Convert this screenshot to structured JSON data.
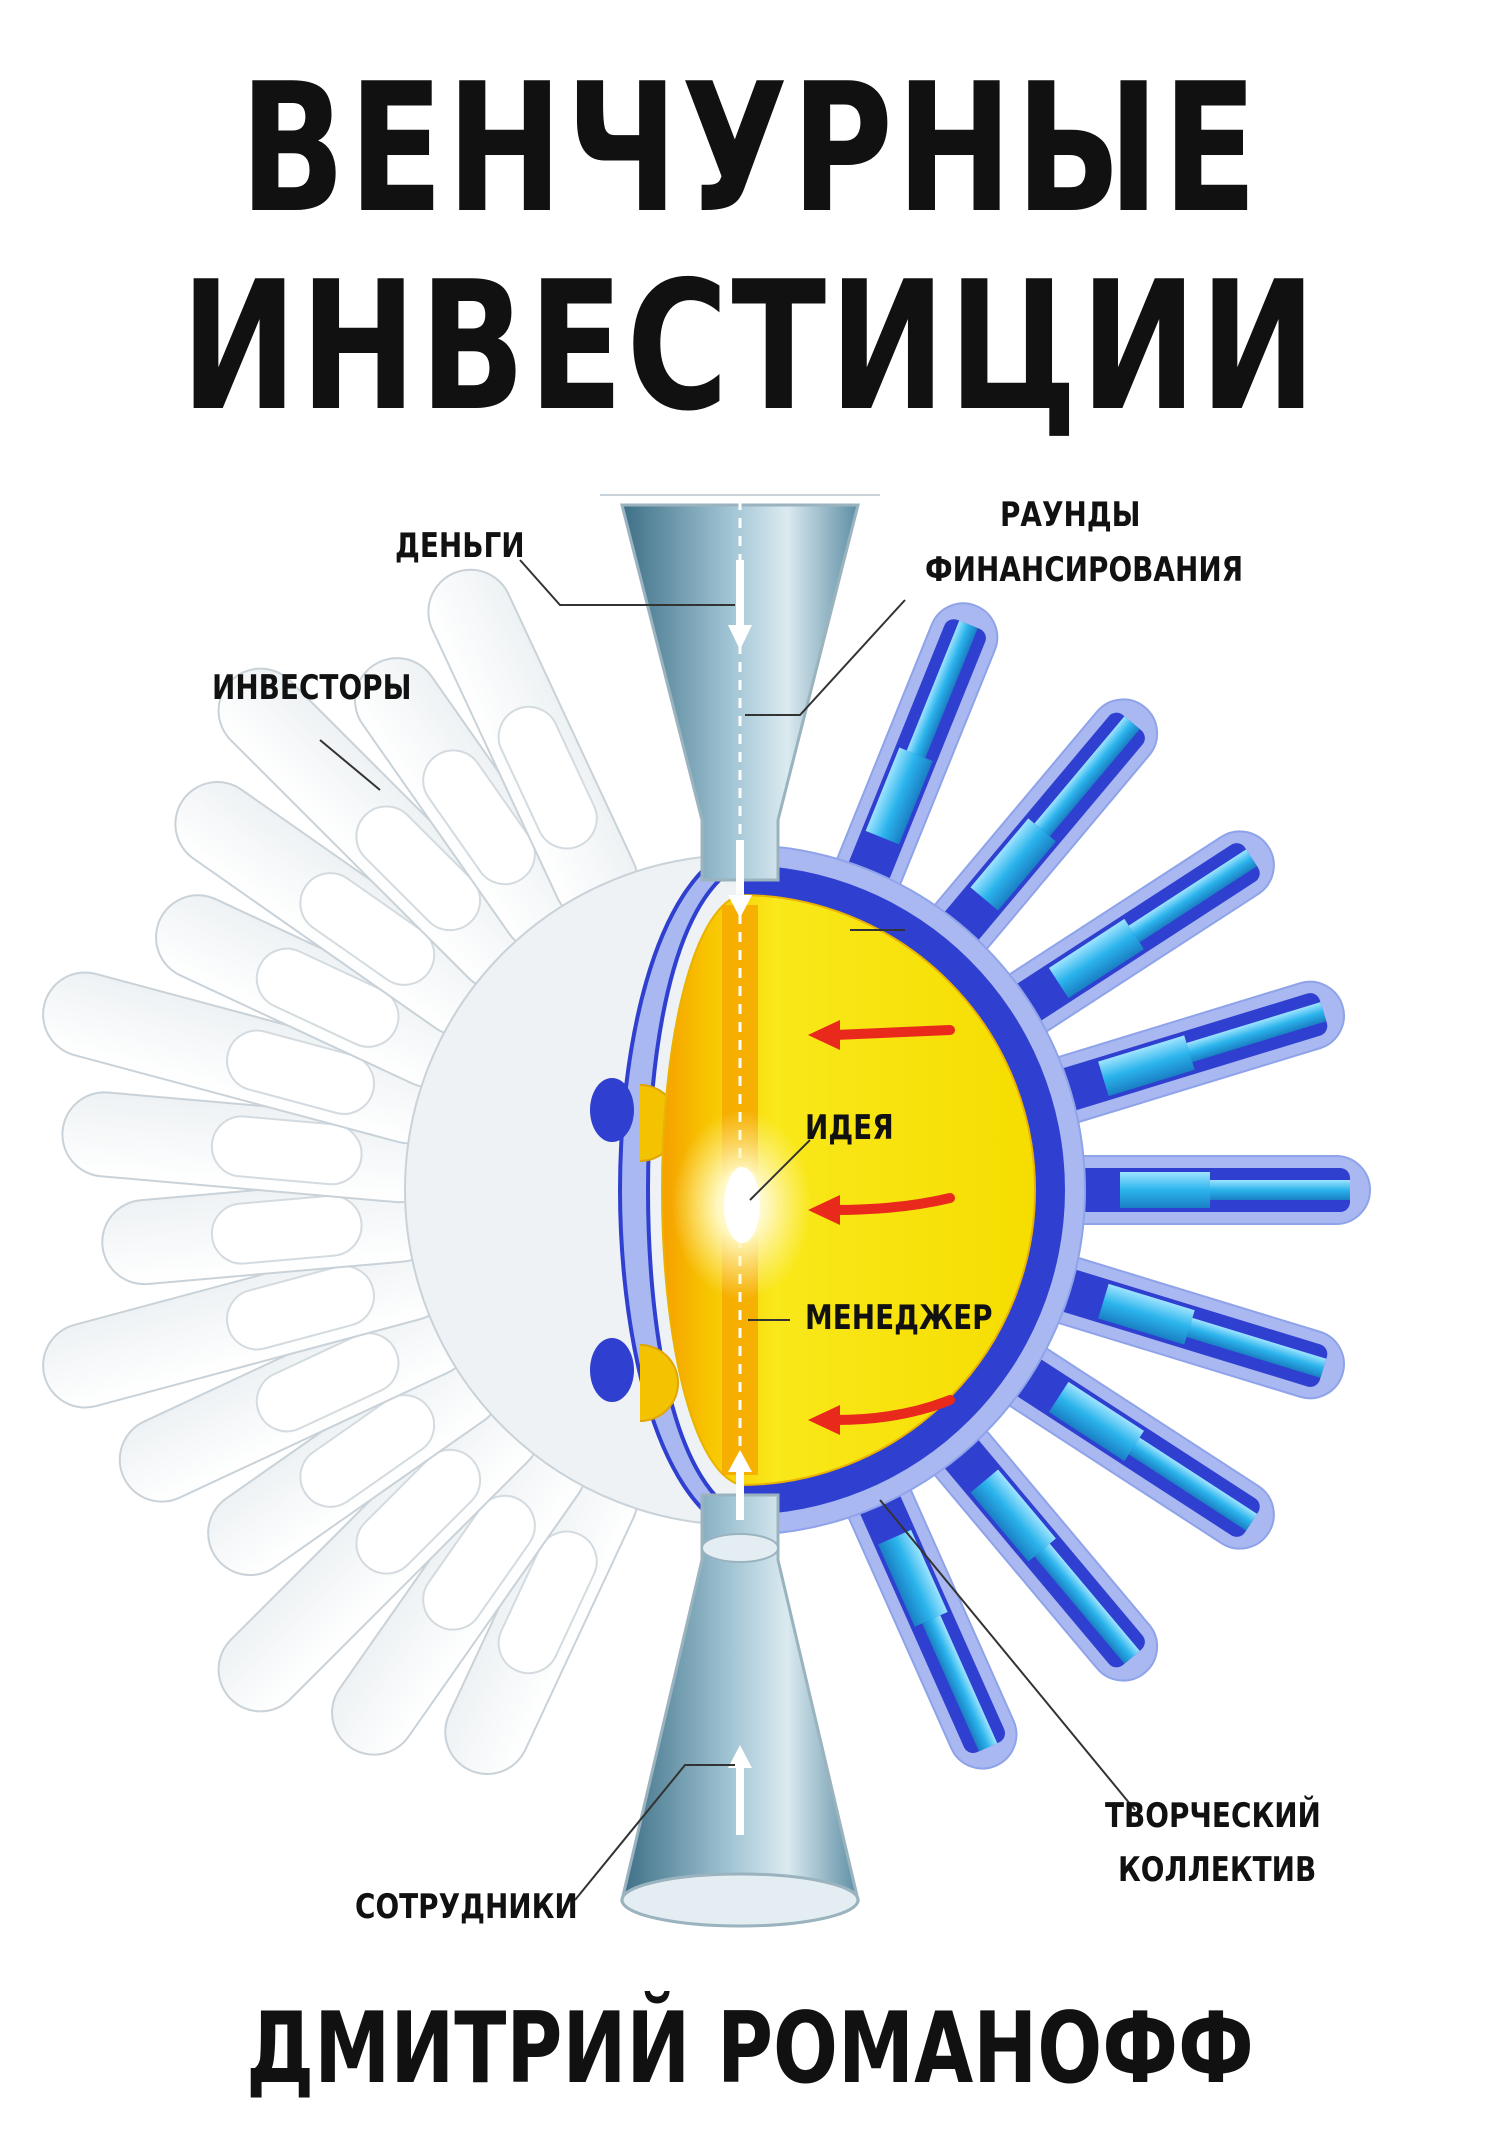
{
  "cover": {
    "title_line1": "ВЕНЧУРНЫЕ",
    "title_line2": "ИНВЕСТИЦИИ",
    "author": "ДМИТРИЙ РОМАНОФФ"
  },
  "diagram": {
    "labels": {
      "money": "ДЕНЬГИ",
      "rounds_line1": "РАУНДЫ",
      "rounds_line2": "ФИНАНСИРОВАНИЯ",
      "investors": "ИНВЕСТОРЫ",
      "idea": "ИДЕЯ",
      "manager": "МЕНЕДЖЕР",
      "team_line1": "ТВОРЧЕСКИЙ",
      "team_line2": "КОЛЛЕКТИВ",
      "employees": "СОТРУДНИКИ"
    },
    "colors": {
      "core_yellow": "#f7e600",
      "core_orange": "#f6a000",
      "shell_blue": "#2f3fd0",
      "shell_light": "#a9b8f0",
      "tube_cyan": "#2bb4ec",
      "arrow_red": "#e8291c",
      "funnel_dark": "#3e6f86",
      "ghost_gray": "#c9d2d8"
    }
  }
}
